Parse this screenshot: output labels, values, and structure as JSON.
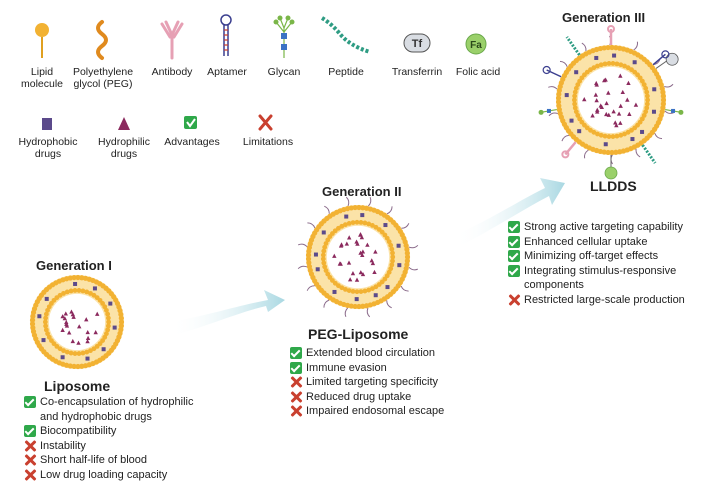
{
  "legend": {
    "row1": [
      {
        "icon": "lipid-icon",
        "label": "Lipid\nmolecule"
      },
      {
        "icon": "peg-icon",
        "label": "Polyethylene\nglycol (PEG)"
      },
      {
        "icon": "antibody-icon",
        "label": "Antibody"
      },
      {
        "icon": "aptamer-icon",
        "label": "Aptamer"
      },
      {
        "icon": "glycan-icon",
        "label": "Glycan"
      },
      {
        "icon": "peptide-icon",
        "label": "Peptide"
      },
      {
        "icon": "transferrin-icon",
        "label": "Transferrin",
        "badge": "Tf"
      },
      {
        "icon": "folic-acid-icon",
        "label": "Folic acid",
        "badge": "Fa"
      }
    ],
    "row2": [
      {
        "icon": "hydrophobic-drug-icon",
        "label": "Hydrophobic\ndrugs"
      },
      {
        "icon": "hydrophilic-drug-icon",
        "label": "Hydrophilic\ndrugs"
      },
      {
        "icon": "advantage-check-icon",
        "label": "Advantages"
      },
      {
        "icon": "limitation-cross-icon",
        "label": "Limitations"
      }
    ]
  },
  "colors": {
    "lipid": "#f2b233",
    "peg": "#e08a1e",
    "antibody": "#e6a0b4",
    "aptamer": "#3b3f8f",
    "glycan": "#7ab648",
    "peptide": "#2e9c83",
    "drug_hydrophobic": "#5b4a8b",
    "drug_hydrophilic": "#8b2a5e",
    "check": "#2fa84a",
    "cross": "#c9402f",
    "arrow": "#a9d8e2"
  },
  "gen1": {
    "title": "Generation I",
    "name": "Liposome",
    "items": [
      {
        "type": "adv",
        "text": "Co-encapsulation of hydrophilic\nand hydrophobic drugs"
      },
      {
        "type": "adv",
        "text": "Biocompatibility"
      },
      {
        "type": "lim",
        "text": "Instability"
      },
      {
        "type": "lim",
        "text": "Short half-life of blood"
      },
      {
        "type": "lim",
        "text": "Low drug loading capacity"
      }
    ]
  },
  "gen2": {
    "title": "Generation II",
    "name": "PEG-Liposome",
    "items": [
      {
        "type": "adv",
        "text": "Extended blood circulation"
      },
      {
        "type": "adv",
        "text": "Immune  evasion"
      },
      {
        "type": "lim",
        "text": "Limited targeting specificity"
      },
      {
        "type": "lim",
        "text": "Reduced drug uptake"
      },
      {
        "type": "lim",
        "text": "Impaired endosomal escape"
      }
    ]
  },
  "gen3": {
    "title": "Generation III",
    "name": "LLDDS",
    "items": [
      {
        "type": "adv",
        "text": "Strong active targeting capability"
      },
      {
        "type": "adv",
        "text": "Enhanced cellular uptake"
      },
      {
        "type": "adv",
        "text": "Minimizing off-target effects"
      },
      {
        "type": "adv",
        "text": "Integrating stimulus-responsive\ncomponents"
      },
      {
        "type": "lim",
        "text": "Restricted large-scale production"
      }
    ]
  }
}
